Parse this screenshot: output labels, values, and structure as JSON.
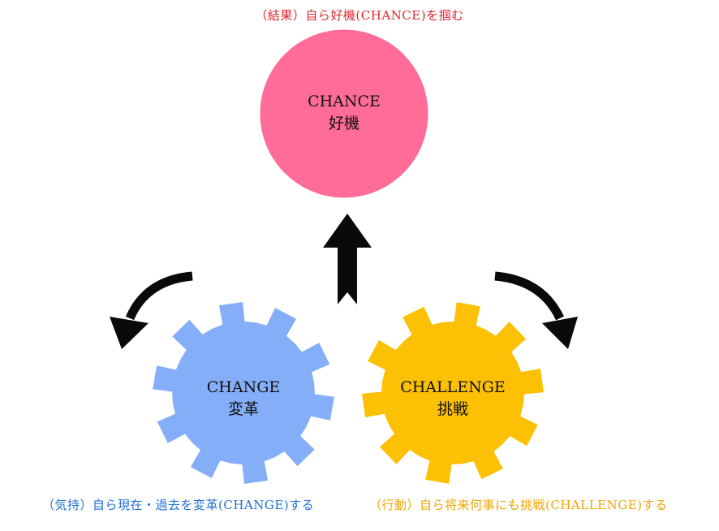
{
  "colors": {
    "result_caption": "#e0262f",
    "feeling_caption": "#1f6fd1",
    "action_caption": "#f2a500",
    "chance_circle": "#ff6c98",
    "change_gear": "#85aef8",
    "challenge_gear": "#fcc004",
    "arrows": "#0a0a0a"
  },
  "captions": {
    "result": "（結果）自ら好機(CHANCE)を掴む",
    "feeling": "（気持）自ら現在・過去を変革(CHANGE)する",
    "action": "（行動）自ら将来何事にも挑戦(CHALLENGE)する"
  },
  "nodes": {
    "chance": {
      "en": "CHANCE",
      "ja": "好機"
    },
    "change": {
      "en": "CHANGE",
      "ja": "変革"
    },
    "challenge": {
      "en": "CHALLENGE",
      "ja": "挑戦"
    }
  },
  "icons": {
    "up_arrow": "up-arrow-icon",
    "left_curve_arrow": "curved-arrow-left-icon",
    "right_curve_arrow": "curved-arrow-right-icon"
  }
}
